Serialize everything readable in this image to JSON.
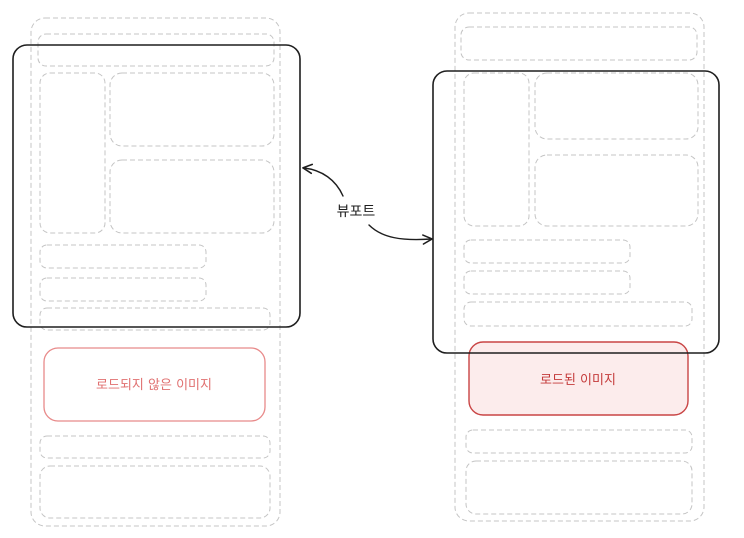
{
  "labels": {
    "viewport": "뷰포트",
    "unloaded_image": "로드되지 않은 이미지",
    "loaded_image": "로드된 이미지"
  },
  "colors": {
    "dashed_outline": "#c4c4c4",
    "viewport_stroke": "#1e1e1e",
    "unloaded_stroke": "#e88a8a",
    "unloaded_text": "#e07070",
    "loaded_fill": "#fcecec",
    "loaded_stroke": "#c94545",
    "loaded_text": "#c43a3a",
    "arrow": "#1e1e1e"
  }
}
